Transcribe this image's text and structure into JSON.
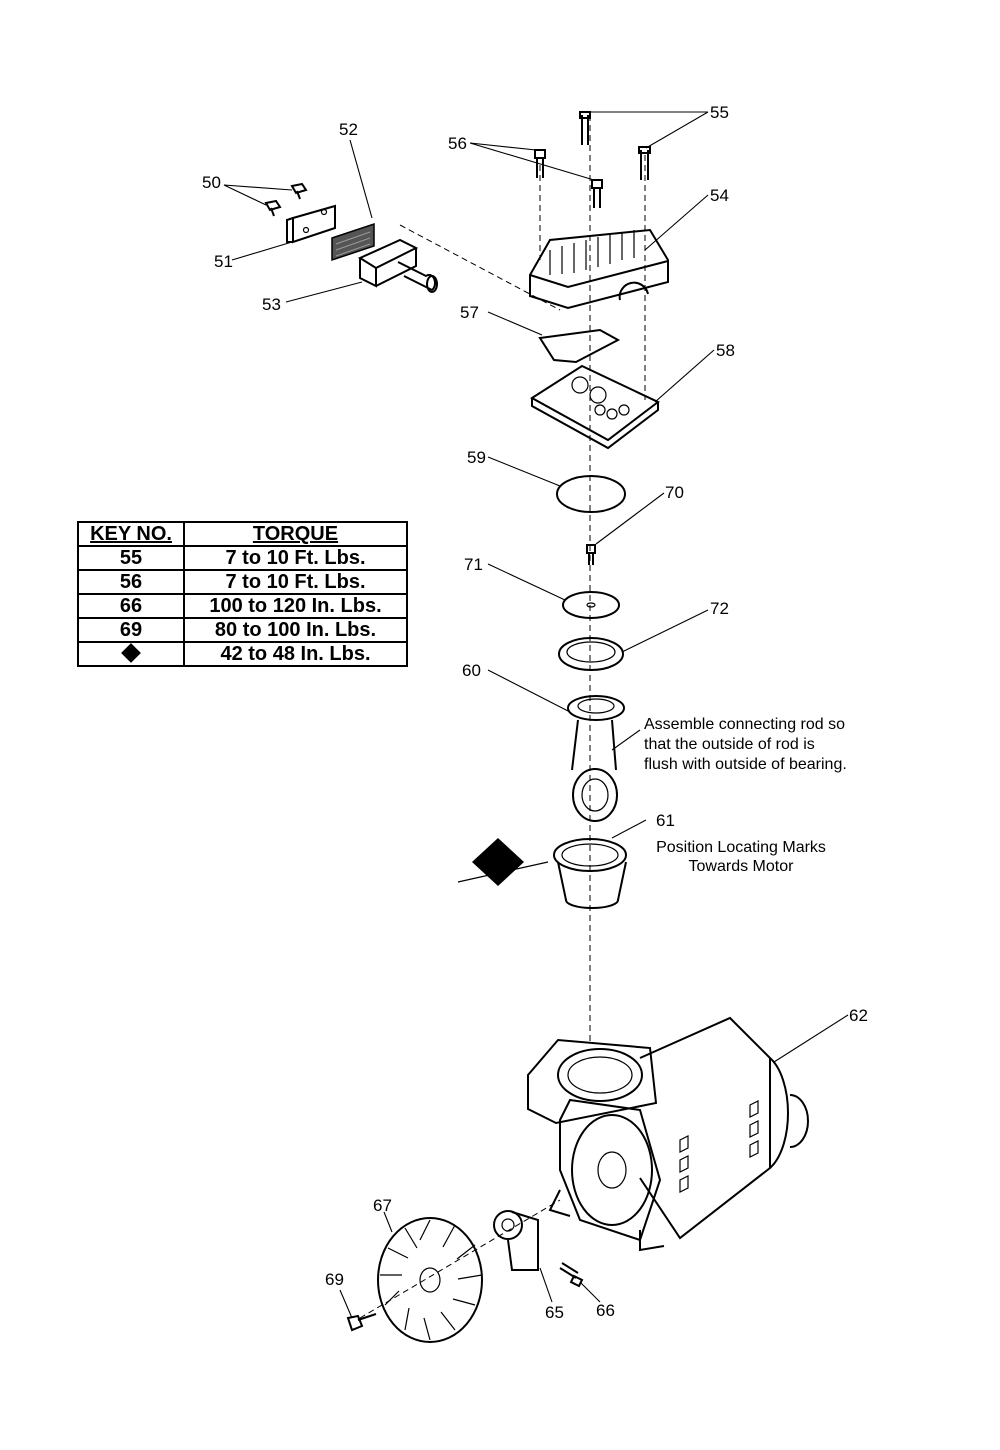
{
  "torque_table": {
    "headers": [
      "KEY NO.",
      "TORQUE"
    ],
    "rows": [
      {
        "key": "55",
        "torque": "7 to 10 Ft. Lbs."
      },
      {
        "key": "56",
        "torque": "7 to 10 Ft. Lbs."
      },
      {
        "key": "66",
        "torque": "100 to 120 In. Lbs."
      },
      {
        "key": "69",
        "torque": "80 to 100 In. Lbs."
      },
      {
        "key": "diamond-symbol",
        "torque": "42 to 48 In. Lbs."
      }
    ]
  },
  "part_labels": {
    "p50": "50",
    "p51": "51",
    "p52": "52",
    "p53": "53",
    "p54": "54",
    "p55": "55",
    "p56": "56",
    "p57": "57",
    "p58": "58",
    "p59": "59",
    "p60": "60",
    "p61": "61",
    "p62": "62",
    "p65": "65",
    "p66": "66",
    "p67": "67",
    "p69": "69",
    "p70": "70",
    "p71": "71",
    "p72": "72"
  },
  "notes": {
    "rod_line1": "Assemble connecting rod so",
    "rod_line2": "that the outside of rod is",
    "rod_line3": "flush with outside of bearing.",
    "marks_line1": "Position Locating Marks",
    "marks_line2": "Towards Motor"
  }
}
